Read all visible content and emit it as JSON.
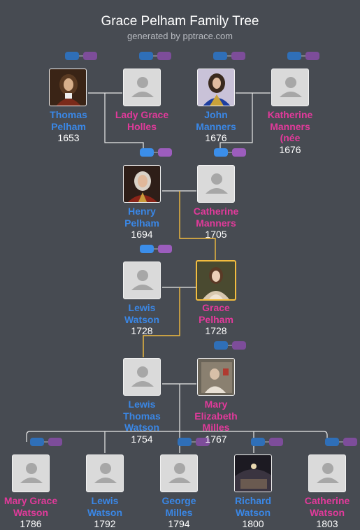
{
  "header": {
    "title": "Grace Pelham Family Tree",
    "subtitle": "generated by pptrace.com"
  },
  "people": {
    "thomas_pelham": {
      "name_line1": "Thomas",
      "name_line2": "Pelham",
      "year": "1653"
    },
    "lady_grace_holles": {
      "name_line1": "Lady Grace",
      "name_line2": "Holles",
      "year": ""
    },
    "john_manners": {
      "name_line1": "John",
      "name_line2": "Manners",
      "year": "1676"
    },
    "katherine_manners_nee": {
      "name_line1": "Katherine",
      "name_line2": "Manners",
      "name_line3": "(née",
      "year": "1676"
    },
    "henry_pelham": {
      "name_line1": "Henry",
      "name_line2": "Pelham",
      "year": "1694"
    },
    "catherine_manners": {
      "name_line1": "Catherine",
      "name_line2": "Manners",
      "year": "1705"
    },
    "lewis_watson": {
      "name_line1": "Lewis",
      "name_line2": "Watson",
      "year": "1728"
    },
    "grace_pelham": {
      "name_line1": "Grace",
      "name_line2": "Pelham",
      "year": "1728"
    },
    "lewis_thomas_watson": {
      "name_line1": "Lewis",
      "name_line2": "Thomas",
      "name_line3": "Watson",
      "year": "1754"
    },
    "mary_elizabeth_milles": {
      "name_line1": "Mary",
      "name_line2": "Elizabeth",
      "name_line3": "Milles",
      "year": "1767"
    },
    "mary_grace_watson": {
      "name_line1": "Mary Grace",
      "name_line2": "Watson",
      "year": "1786"
    },
    "lewis_watson_1792": {
      "name_line1": "Lewis",
      "name_line2": "Watson",
      "year": "1792"
    },
    "george_milles": {
      "name_line1": "George",
      "name_line2": "Milles",
      "year": "1794"
    },
    "richard_watson": {
      "name_line1": "Richard",
      "name_line2": "Watson",
      "year": "1800"
    },
    "catherine_watson": {
      "name_line1": "Catherine",
      "name_line2": "Watson",
      "year": "1803"
    }
  },
  "colors": {
    "male": "#3a87e6",
    "female": "#e23a9b",
    "highlight_line": "#f3bd3f",
    "line": "#ffffff",
    "background": "#474b52"
  }
}
